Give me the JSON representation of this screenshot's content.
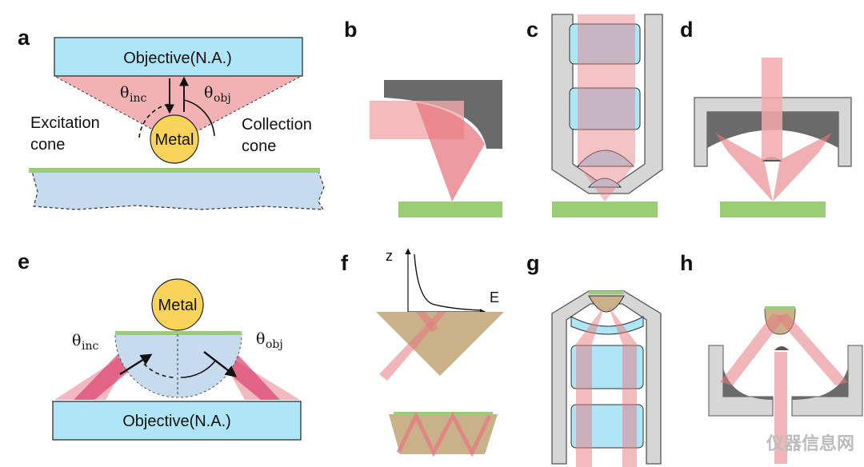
{
  "panels": {
    "a": {
      "label": "a",
      "objective": "Objective(N.A.)",
      "metal": "Metal",
      "excitation": [
        "Excitation",
        "cone"
      ],
      "collection": [
        "Collection",
        "cone"
      ],
      "theta_inc": {
        "symbol": "θ",
        "sub": "inc"
      },
      "theta_obj": {
        "symbol": "θ",
        "sub": "obj"
      }
    },
    "b": {
      "label": "b"
    },
    "c": {
      "label": "c"
    },
    "d": {
      "label": "d"
    },
    "e": {
      "label": "e",
      "objective": "Objective(N.A.)",
      "metal": "Metal",
      "theta_inc": {
        "symbol": "θ",
        "sub": "inc"
      },
      "theta_obj": {
        "symbol": "θ",
        "sub": "obj"
      }
    },
    "f": {
      "label": "f",
      "axis_z": "z",
      "axis_e": "E"
    },
    "g": {
      "label": "g"
    },
    "h": {
      "label": "h"
    }
  },
  "watermark": "仪器信息网",
  "colors": {
    "blue_light": "#aee6f7",
    "blue_sub": "#c7dbee",
    "pink": "#f2a9ab",
    "red": "#e0575c",
    "green": "#9acd74",
    "gray": "#6a6a6a",
    "gray_light": "#d6d6d6",
    "metal": "#f9d35a",
    "tan": "#c9b28a"
  }
}
